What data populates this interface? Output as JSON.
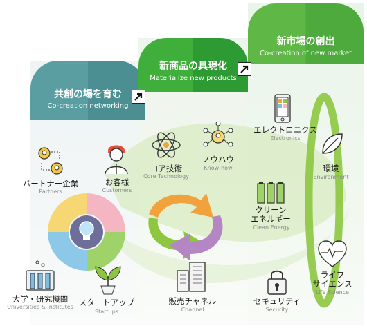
{
  "columns": [
    {
      "title": "共創の場を育む",
      "subtitle": "Co-creation networking"
    },
    {
      "title": "新商品の具現化",
      "subtitle": "Materialize new products"
    },
    {
      "title": "新市場の創出",
      "subtitle": "Co-creation of new market"
    }
  ],
  "col1_items": {
    "partners": {
      "jp": "パートナー企業",
      "en": "Partners"
    },
    "customers": {
      "jp": "お客様",
      "en": "Customers"
    },
    "universities": {
      "jp": "大学・研究機関",
      "en": "Universities & Institutes"
    },
    "startups": {
      "jp": "スタートアップ",
      "en": "Startups"
    }
  },
  "col2_items": {
    "core_tech": {
      "jp": "コア技術",
      "en": "Core Technology"
    },
    "knowhow": {
      "jp": "ノウハウ",
      "en": "Know-how"
    },
    "channel": {
      "jp": "販売チャネル",
      "en": "Channel"
    }
  },
  "col3_items": {
    "electronics": {
      "jp": "エレクトロニクス",
      "en": "Electronics"
    },
    "environment": {
      "jp": "環境",
      "en": "Environment"
    },
    "clean_energy": {
      "jp1": "クリーン",
      "jp2": "エネルギー",
      "en": "Clean Energy"
    },
    "life_science": {
      "jp1": "ライフ",
      "jp2": "サイエンス",
      "en": "Life Science"
    },
    "security": {
      "jp": "セキュリティ",
      "en": "Security"
    }
  },
  "colors": {
    "col1_head": "#5a9ea2",
    "col2_head": "#3fae3a",
    "col3_head": "#5fb746",
    "ring_green": "#7fc241",
    "arrow_orange": "#f1a23c",
    "arrow_green": "#8fc63f",
    "arrow_purple": "#b486c4"
  },
  "icons": [
    "partners-icon",
    "customer-icon",
    "lightbulb-icon",
    "microscope-lab-icon",
    "plant-icon",
    "atom-icon",
    "network-icon",
    "buildings-icon",
    "smartphone-icon",
    "leaf-icon",
    "battery-icon",
    "heartbeat-icon",
    "padlock-icon",
    "arrow-icon"
  ]
}
